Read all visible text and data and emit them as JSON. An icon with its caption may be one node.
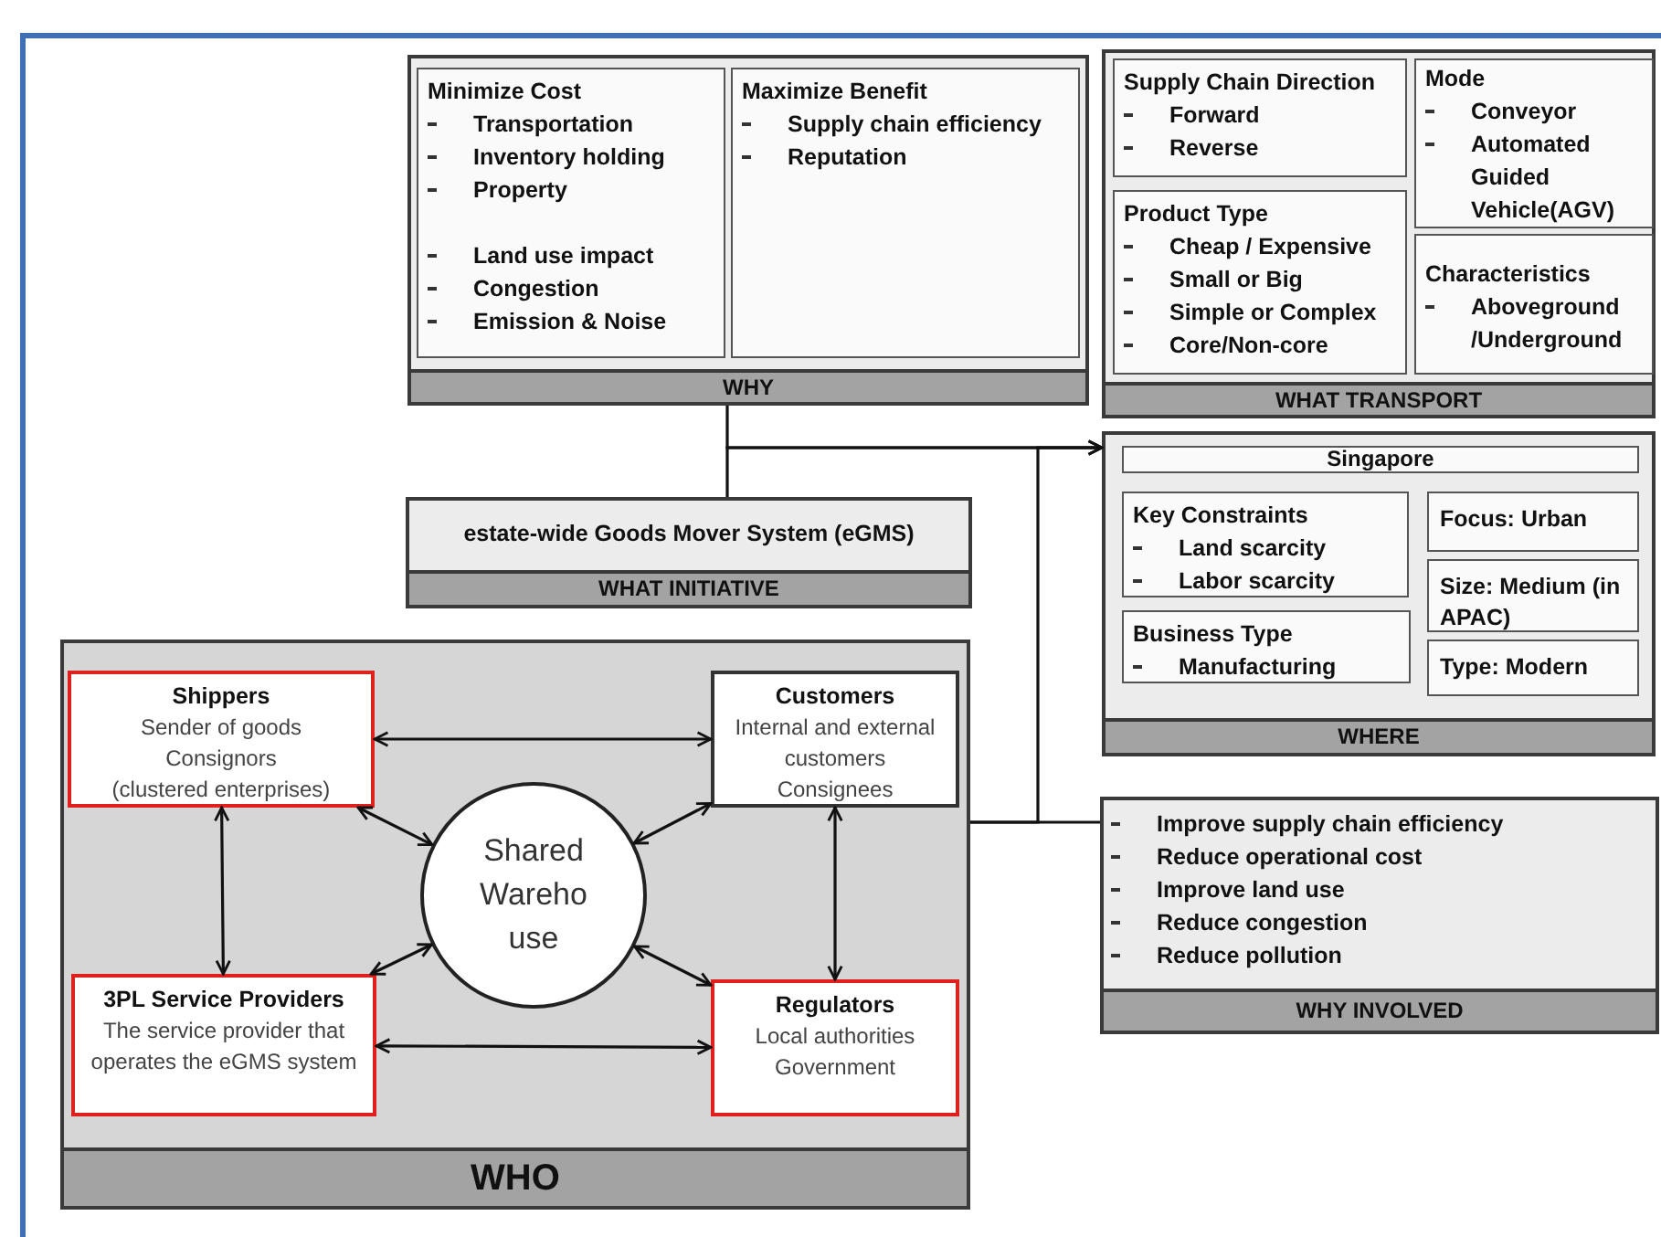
{
  "diagram": {
    "nodes": [
      {
        "text": [
          "WHY"
        ]
      },
      {
        "text": [
          "Minimize Cost",
          "Transportation",
          "Inventory holding",
          "Property",
          "Land use impact",
          "Congestion",
          "Emission & Noise"
        ],
        "in": 0
      },
      {
        "text": [
          "Maximize Benefit",
          "Supply chain efficiency",
          "Reputation"
        ],
        "in": 0
      },
      {
        "text": [
          "WHAT TRANSPORT"
        ]
      },
      {
        "text": [
          "Supply Chain Direction",
          "Forward",
          "Reverse"
        ],
        "in": 3
      },
      {
        "text": [
          "Mode",
          "Conveyor",
          "Automated Guided Vehicle(AGV)"
        ],
        "in": 3
      },
      {
        "text": [
          "Product Type",
          "Cheap / Expensive",
          "Small or Big",
          "Simple or Complex",
          "Core/Non-core"
        ],
        "in": 3
      },
      {
        "text": [
          "Characteristics",
          "Aboveground /Underground"
        ],
        "in": 3
      },
      {
        "text": [
          "estate-wide Goods Mover System (eGMS)",
          "WHAT INITIATIVE"
        ]
      },
      {
        "text": [
          "WHERE"
        ]
      },
      {
        "text": [
          "Singapore"
        ],
        "in": 9
      },
      {
        "text": [
          "Key Constraints",
          "Land scarcity",
          "Labor scarcity"
        ],
        "in": 9
      },
      {
        "text": [
          "Business Type",
          "Manufacturing"
        ],
        "in": 9
      },
      {
        "text": [
          "Focus: Urban"
        ],
        "in": 9
      },
      {
        "text": [
          "Size: Medium (in APAC)"
        ],
        "in": 9
      },
      {
        "text": [
          "Type: Modern"
        ],
        "in": 9
      },
      {
        "text": [
          "WHO"
        ]
      },
      {
        "text": [
          "Shippers",
          "Sender of goods",
          "Consignors",
          "(clustered enterprises)"
        ],
        "in": 16
      },
      {
        "text": [
          "Customers",
          "Internal and external customers",
          "Consignees"
        ],
        "in": 16
      },
      {
        "text": [
          "Shared Wareho use"
        ],
        "in": 16
      },
      {
        "text": [
          "3PL Service Providers",
          "The service provider that operates the eGMS system"
        ],
        "in": 16
      },
      {
        "text": [
          "Regulators",
          "Local authorities",
          "Government"
        ],
        "in": 16
      },
      {
        "text": [
          "Improve supply chain efficiency",
          "Reduce operational cost",
          "Improve land use",
          "Reduce congestion",
          "Reduce pollution",
          "WHY INVOLVED"
        ]
      }
    ],
    "edges": [
      {
        "from": 0,
        "to": 9,
        "arrow": "to"
      },
      {
        "from": 8,
        "to": 9,
        "arrow": "to"
      },
      {
        "from": 16,
        "to": 9,
        "arrow": "to"
      },
      {
        "from": 16,
        "to": 22,
        "arrow": "none"
      },
      {
        "from": 17,
        "to": 18,
        "arrow": "both"
      },
      {
        "from": 17,
        "to": 19,
        "arrow": "both"
      },
      {
        "from": 18,
        "to": 19,
        "arrow": "both"
      },
      {
        "from": 17,
        "to": 20,
        "arrow": "both"
      },
      {
        "from": 18,
        "to": 21,
        "arrow": "both"
      },
      {
        "from": 20,
        "to": 19,
        "arrow": "both"
      },
      {
        "from": 21,
        "to": 19,
        "arrow": "both"
      },
      {
        "from": 20,
        "to": 21,
        "arrow": "both"
      }
    ]
  }
}
